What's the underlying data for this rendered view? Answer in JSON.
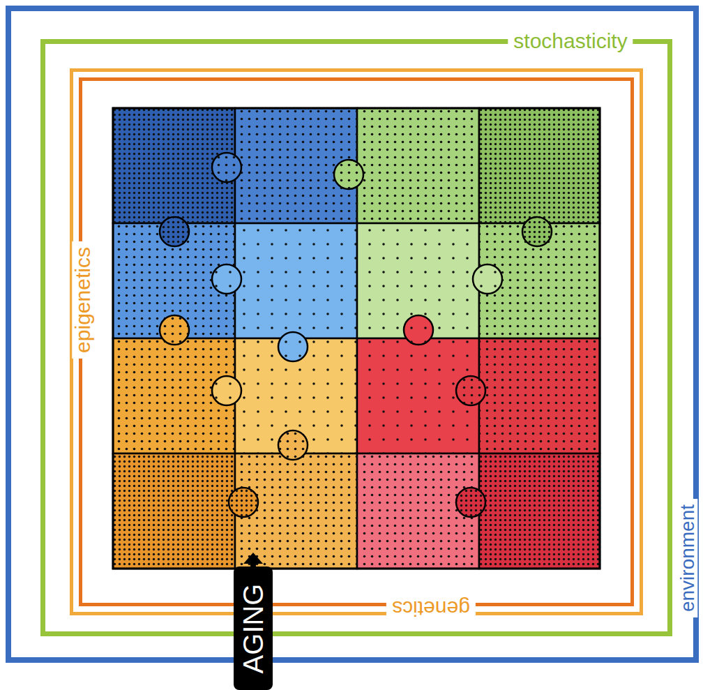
{
  "diagram": {
    "nodes": [
      {
        "text": [
          "environment"
        ]
      },
      {
        "text": [
          "stochasticity"
        ],
        "in": 0
      },
      {
        "text": [
          "epigenetics",
          "genetics"
        ],
        "in": 1
      },
      {
        "text": [
          "AGING"
        ]
      }
    ]
  }
}
